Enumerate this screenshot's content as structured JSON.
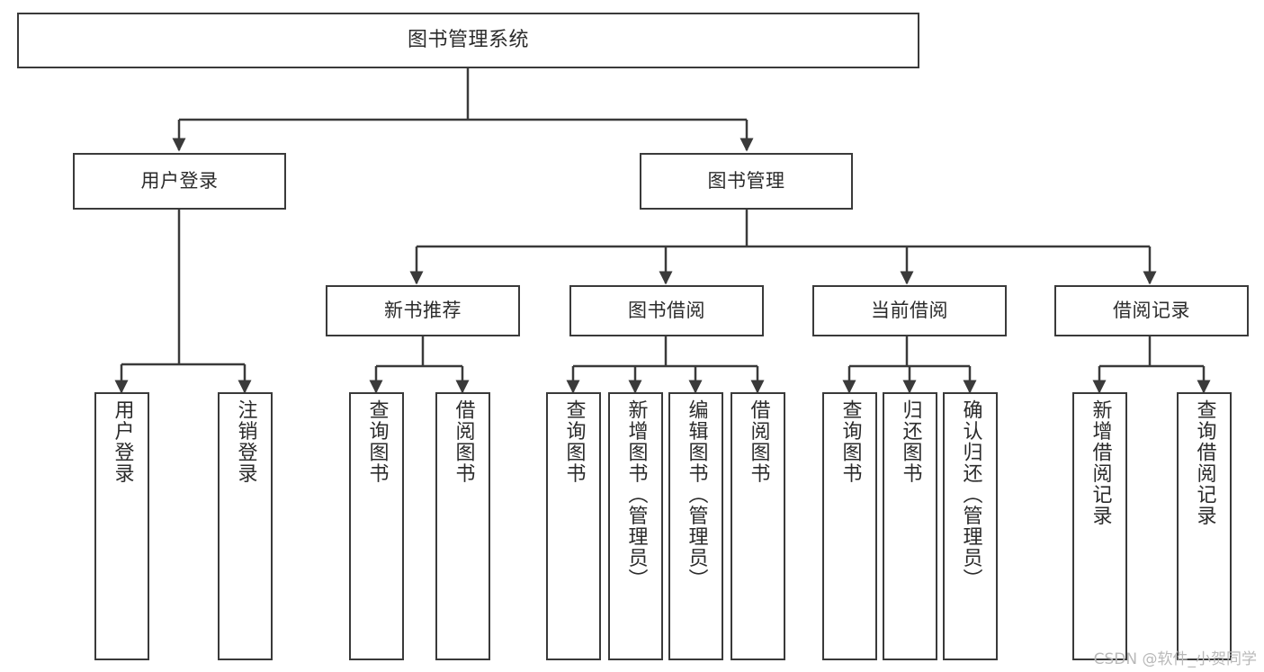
{
  "diagram": {
    "title": "图书管理系统",
    "type": "tree",
    "orientation": "top-down",
    "edge_style": "orthogonal-arrow",
    "colors": {
      "background": "#ffffff",
      "node_border": "#3a3a3a",
      "node_fill": "#ffffff",
      "text": "#2b2b2b",
      "edge": "#3a3a3a",
      "watermark": "#b9b9b9"
    }
  },
  "nodes": {
    "root": {
      "id": "root",
      "label": "图书管理系统",
      "level": 0,
      "orient": "horizontal"
    },
    "level1": [
      {
        "id": "user-login",
        "label": "用户登录",
        "level": 1,
        "orient": "horizontal"
      },
      {
        "id": "book-manage",
        "label": "图书管理",
        "level": 1,
        "orient": "horizontal"
      }
    ],
    "level2": [
      {
        "id": "new-book-rec",
        "label": "新书推荐",
        "level": 2,
        "orient": "horizontal",
        "parent": "book-manage"
      },
      {
        "id": "book-borrow",
        "label": "图书借阅",
        "level": 2,
        "orient": "horizontal",
        "parent": "book-manage"
      },
      {
        "id": "current-borrow",
        "label": "当前借阅",
        "level": 2,
        "orient": "horizontal",
        "parent": "book-manage"
      },
      {
        "id": "borrow-record",
        "label": "借阅记录",
        "level": 2,
        "orient": "horizontal",
        "parent": "book-manage"
      }
    ],
    "leaves": [
      {
        "id": "leaf-user-login",
        "label": "用户登录",
        "parent": "user-login",
        "orient": "vertical"
      },
      {
        "id": "leaf-logout",
        "label": "注销登录",
        "parent": "user-login",
        "orient": "vertical"
      },
      {
        "id": "leaf-query-book-1",
        "label": "查询图书",
        "parent": "new-book-rec",
        "orient": "vertical"
      },
      {
        "id": "leaf-borrow-book-1",
        "label": "借阅图书",
        "parent": "new-book-rec",
        "orient": "vertical"
      },
      {
        "id": "leaf-query-book-2",
        "label": "查询图书",
        "parent": "book-borrow",
        "orient": "vertical"
      },
      {
        "id": "leaf-add-book",
        "label": "新增图书（管理员）",
        "parent": "book-borrow",
        "orient": "vertical"
      },
      {
        "id": "leaf-edit-book",
        "label": "编辑图书（管理员）",
        "parent": "book-borrow",
        "orient": "vertical"
      },
      {
        "id": "leaf-borrow-book-2",
        "label": "借阅图书",
        "parent": "book-borrow",
        "orient": "vertical"
      },
      {
        "id": "leaf-query-book-3",
        "label": "查询图书",
        "parent": "current-borrow",
        "orient": "vertical"
      },
      {
        "id": "leaf-return-book",
        "label": "归还图书",
        "parent": "current-borrow",
        "orient": "vertical"
      },
      {
        "id": "leaf-confirm-return",
        "label": "确认归还（管理员）",
        "parent": "current-borrow",
        "orient": "vertical"
      },
      {
        "id": "leaf-add-record",
        "label": "新增借阅记录",
        "parent": "borrow-record",
        "orient": "vertical"
      },
      {
        "id": "leaf-query-record",
        "label": "查询借阅记录",
        "parent": "borrow-record",
        "orient": "vertical"
      }
    ]
  },
  "watermark": {
    "text": "CSDN @软件_小贺同学"
  }
}
